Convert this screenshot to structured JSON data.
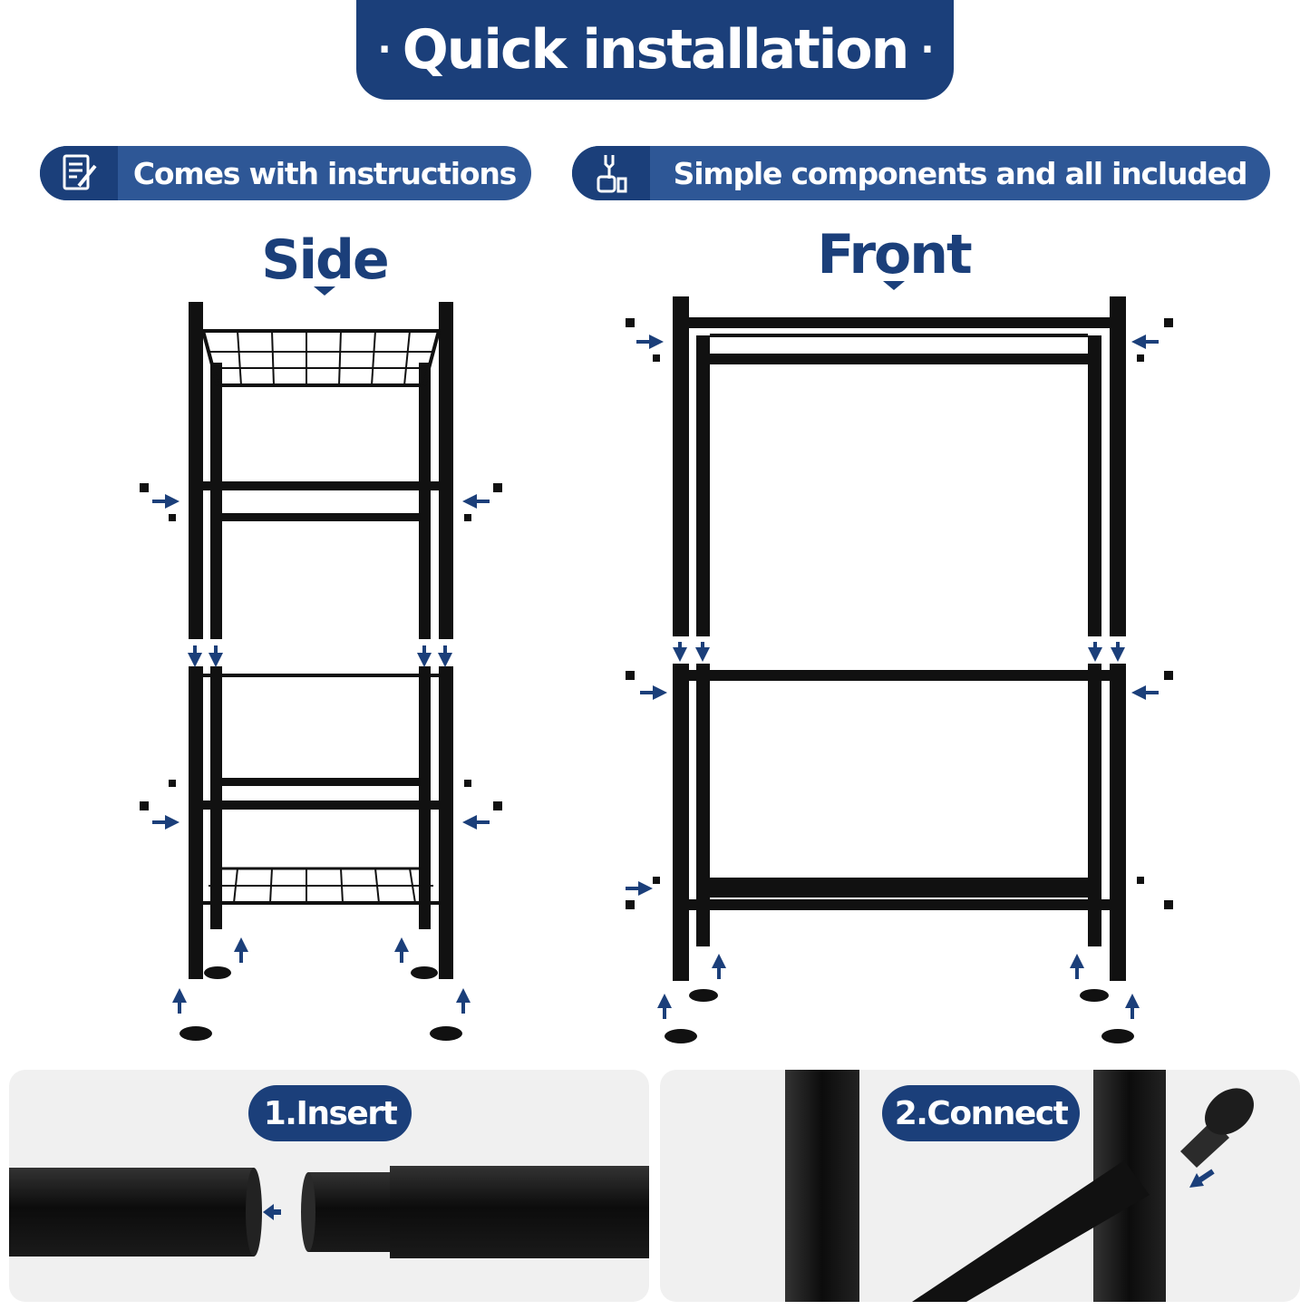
{
  "title": {
    "text": "Quick installation",
    "dot": "·"
  },
  "features": [
    {
      "label": "Comes with instructions",
      "icon": "document-pen-icon"
    },
    {
      "label": "Simple components and all included",
      "icon": "wrench-hand-icon"
    }
  ],
  "views": {
    "side": "Side",
    "front": "Front"
  },
  "steps": [
    {
      "label": "1.Insert"
    },
    {
      "label": "2.Connect"
    }
  ],
  "colors": {
    "brand_dark": "#1b3f7a",
    "brand": "#2e5796",
    "rack": "#111111",
    "panel_bg": "#f0f0f0"
  }
}
